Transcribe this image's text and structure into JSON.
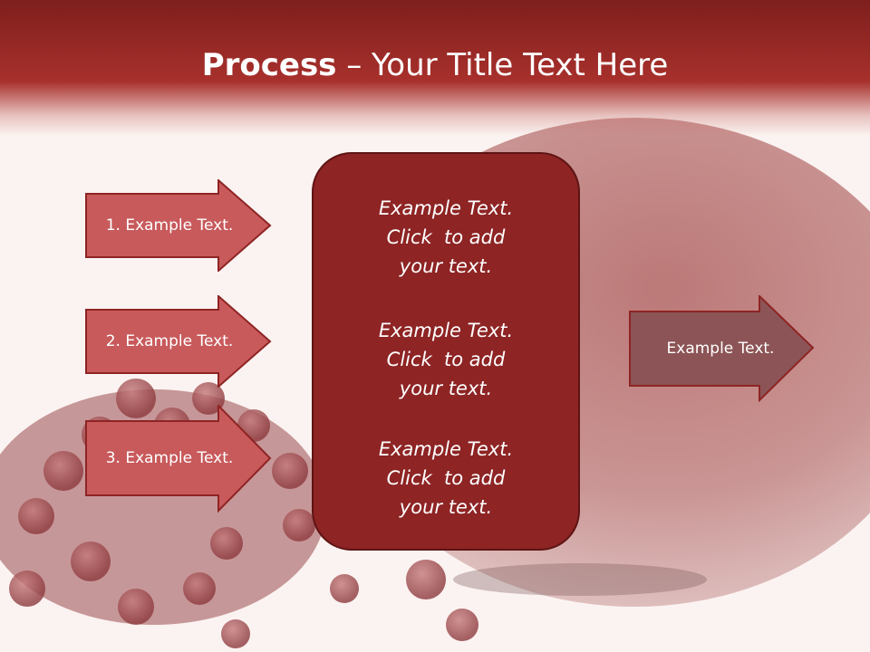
{
  "slide": {
    "title_bold": "Process",
    "title_rest": " – Your Title Text Here"
  },
  "steps": [
    {
      "label": "1. Example Text."
    },
    {
      "label": "2. Example Text."
    },
    {
      "label": "3. Example Text."
    }
  ],
  "center_blocks": [
    {
      "line1": "Example Text.",
      "line2": "Click  to add",
      "line3": "your text."
    },
    {
      "line1": "Example Text.",
      "line2": "Click  to add",
      "line3": "your text."
    },
    {
      "line1": "Example Text.",
      "line2": "Click  to add",
      "line3": "your text."
    }
  ],
  "result": {
    "label": "Example Text."
  },
  "colors": {
    "header_dark": "#7e1f1d",
    "arrow_fill": "#c85a5c",
    "arrow_border": "#8e2424",
    "center_fill": "#8e2424",
    "result_fill": "#8c5456"
  },
  "background": {
    "image": "pomegranate-photo"
  }
}
